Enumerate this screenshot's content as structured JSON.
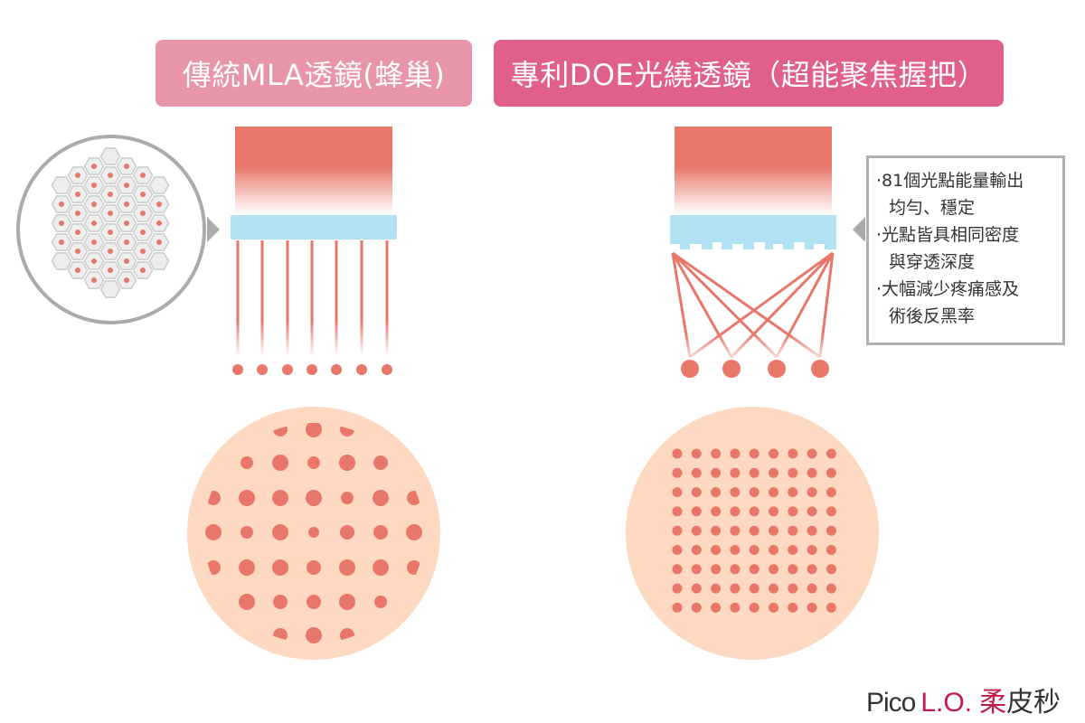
{
  "titles": {
    "left": "傳統MLA透鏡(蜂巢)",
    "right": "專利DOE光繞透鏡（超能聚焦握把）"
  },
  "colors": {
    "title_left_bg": "#e895a7",
    "title_right_bg": "#e06089",
    "laser_red": "#e8776a",
    "lens_blue": "#b1e1f3",
    "skin_peach": "#fdd9c2",
    "hex_fill": "#eeeeee",
    "hex_stroke": "#cccccc",
    "callout_border": "#b0b0b0",
    "brand_red": "#c2184a"
  },
  "callout": {
    "items": [
      {
        "line1": "·81個光點能量輸出",
        "line2": "均勻、穩定"
      },
      {
        "line1": "·光點皆具相同密度",
        "line2": "與穿透深度"
      },
      {
        "line1": "·大幅減少疼痛感及",
        "line2": "術後反黑率"
      }
    ]
  },
  "left_diagram": {
    "beam_count": 7,
    "spot_pattern": "irregular hexagonal, varying sizes"
  },
  "right_diagram": {
    "focal_spots": 4,
    "spot_grid": "9x9",
    "spot_count": 81
  },
  "logo": {
    "pico": "Pico",
    "lo": "L.O.",
    "zh_red": "柔",
    "zh_dark": "皮秒"
  }
}
